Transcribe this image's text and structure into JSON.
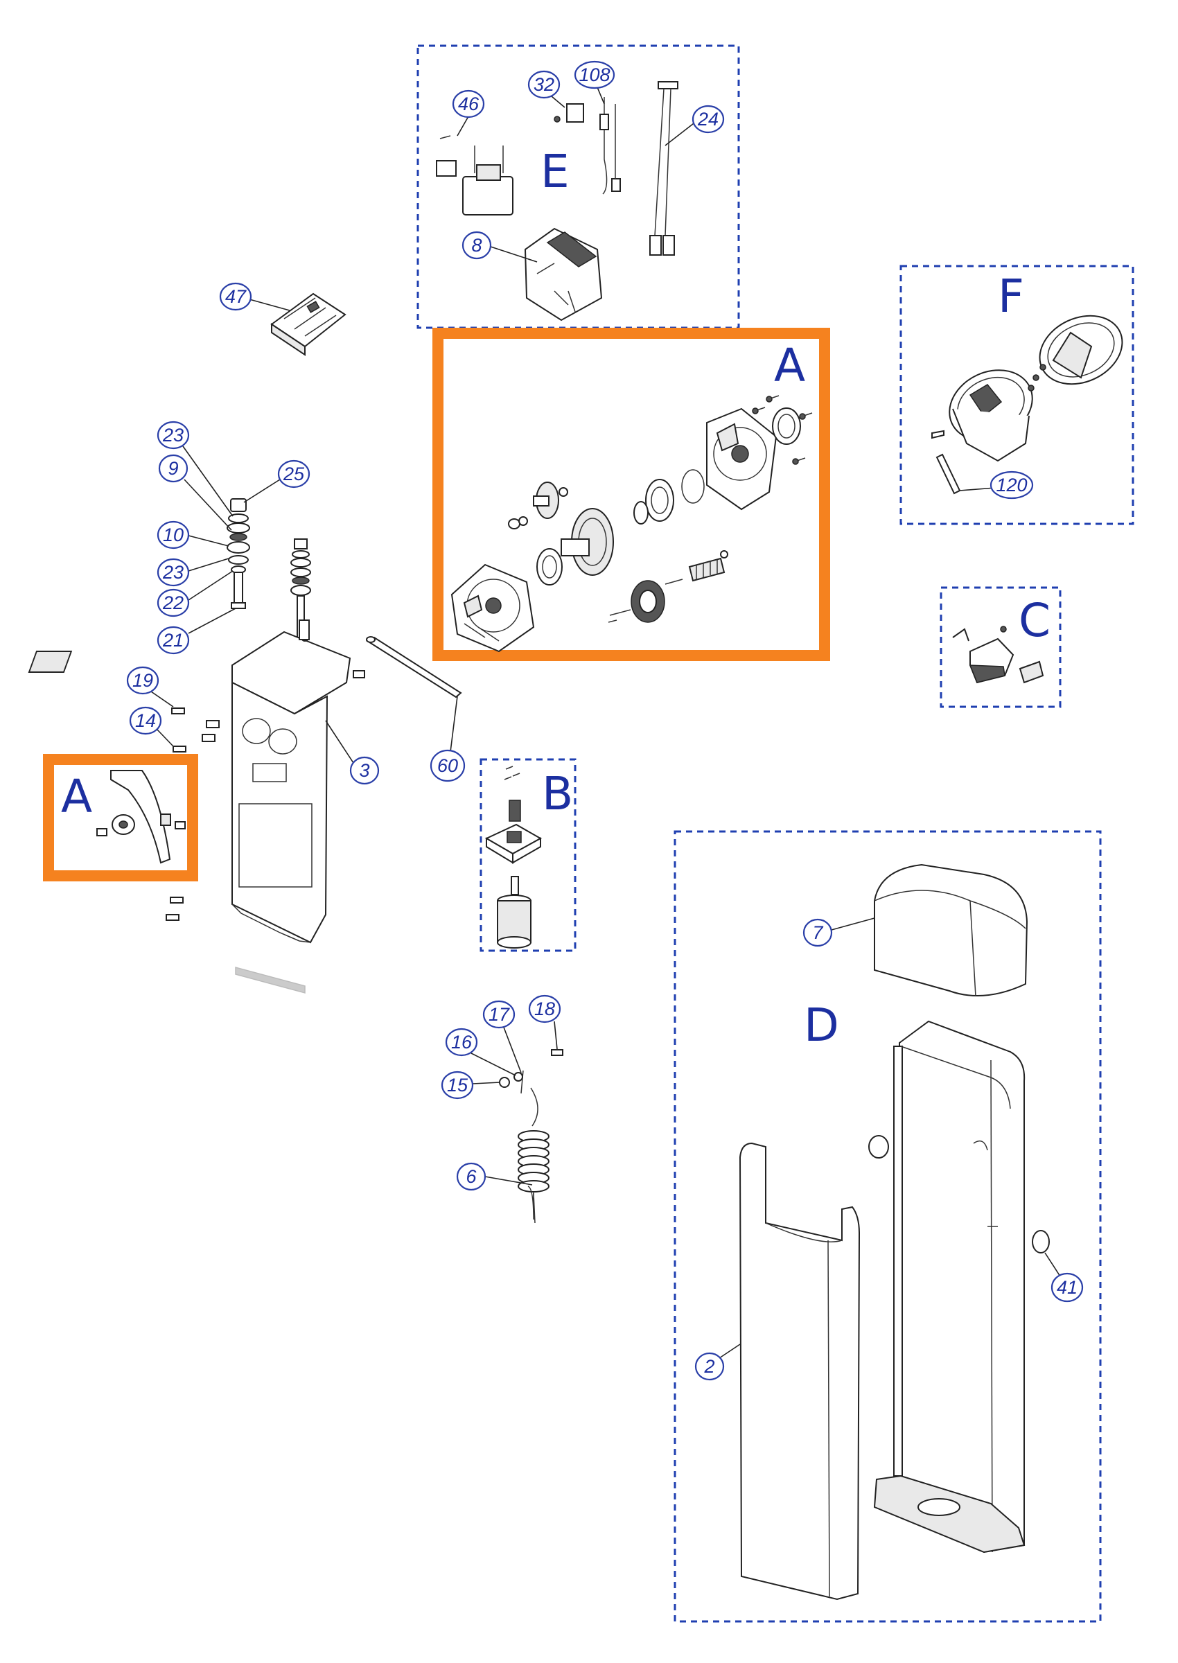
{
  "groups": {
    "A_main": "A",
    "A_small": "A",
    "B": "B",
    "C": "C",
    "D": "D",
    "E": "E",
    "F": "F"
  },
  "callouts": {
    "c46": "46",
    "c32": "32",
    "c108": "108",
    "c24": "24",
    "c8": "8",
    "c47": "47",
    "c120": "120",
    "c23a": "23",
    "c9": "9",
    "c25": "25",
    "c10": "10",
    "c23b": "23",
    "c22": "22",
    "c21": "21",
    "c19": "19",
    "c14": "14",
    "c3": "3",
    "c60": "60",
    "c18": "18",
    "c17": "17",
    "c16": "16",
    "c15": "15",
    "c6": "6",
    "c7": "7",
    "c41": "41",
    "c2": "2"
  },
  "colors": {
    "highlight": "#f5821f",
    "group_border": "#1f3fb0",
    "callout_text": "#1c2fa0"
  }
}
